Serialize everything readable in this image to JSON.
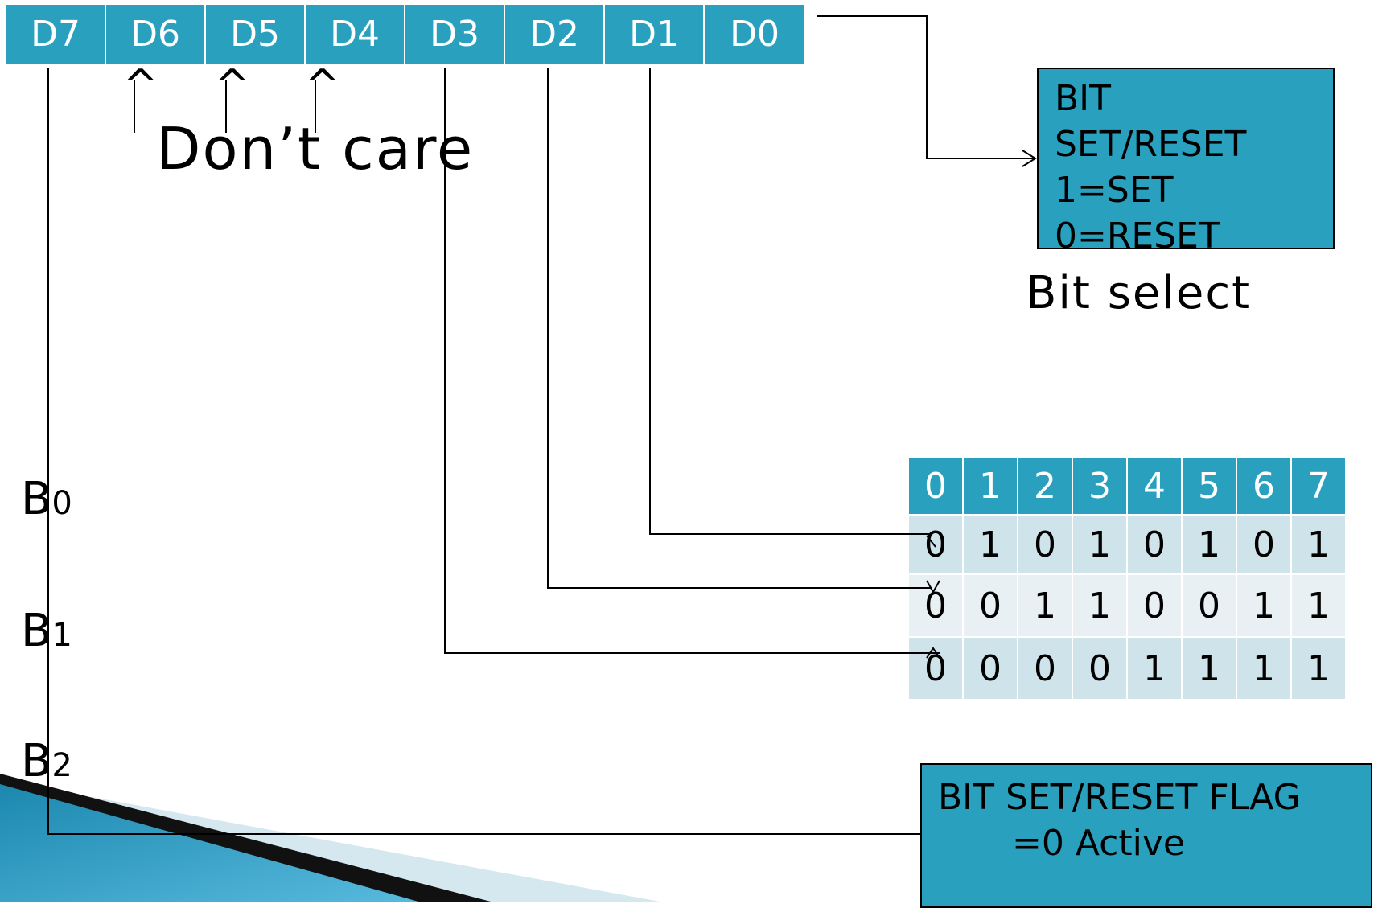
{
  "register": {
    "bits": [
      "D7",
      "D6",
      "D5",
      "D4",
      "D3",
      "D2",
      "D1",
      "D0"
    ]
  },
  "dont_care": {
    "caret": "^",
    "label": "Don’t care"
  },
  "bit_set_reset_box": {
    "lines": [
      "BIT",
      "SET/RESET",
      "1=SET",
      "0=RESET"
    ]
  },
  "bit_select_label": "Bit select",
  "truth_table": {
    "header": [
      "0",
      "1",
      "2",
      "3",
      "4",
      "5",
      "6",
      "7"
    ],
    "rows": [
      [
        "0",
        "1",
        "0",
        "1",
        "0",
        "1",
        "0",
        "1"
      ],
      [
        "0",
        "0",
        "1",
        "1",
        "0",
        "0",
        "1",
        "1"
      ],
      [
        "0",
        "0",
        "0",
        "0",
        "1",
        "1",
        "1",
        "1"
      ]
    ]
  },
  "b_labels": [
    {
      "letter": "B",
      "sub": "0"
    },
    {
      "letter": "B",
      "sub": "1"
    },
    {
      "letter": "B",
      "sub": "2"
    }
  ],
  "flag_box": {
    "line1": "BIT SET/RESET FLAG",
    "line2": "=0 Active"
  },
  "colors": {
    "accent": "#2aa0bf",
    "row_dark": "#cfe3ea",
    "row_light": "#e8f0f3"
  }
}
